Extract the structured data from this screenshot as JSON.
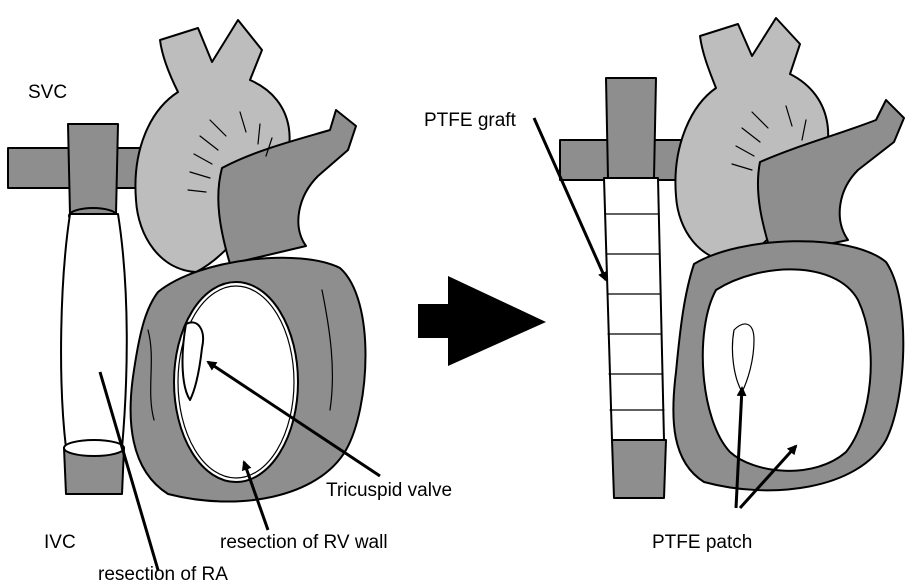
{
  "labels": {
    "svc": "SVC",
    "ivc": "IVC",
    "resection_ra": "resection of RA",
    "resection_rv": "resection of RV wall",
    "tricuspid_valve": "Tricuspid valve",
    "ptfe_graft": "PTFE graft",
    "ptfe_patch": "PTFE patch"
  },
  "colors": {
    "dark_gray": "#8e8e8e",
    "light_gray": "#bdbdbd",
    "outline": "#000000",
    "background": "#ffffff"
  }
}
